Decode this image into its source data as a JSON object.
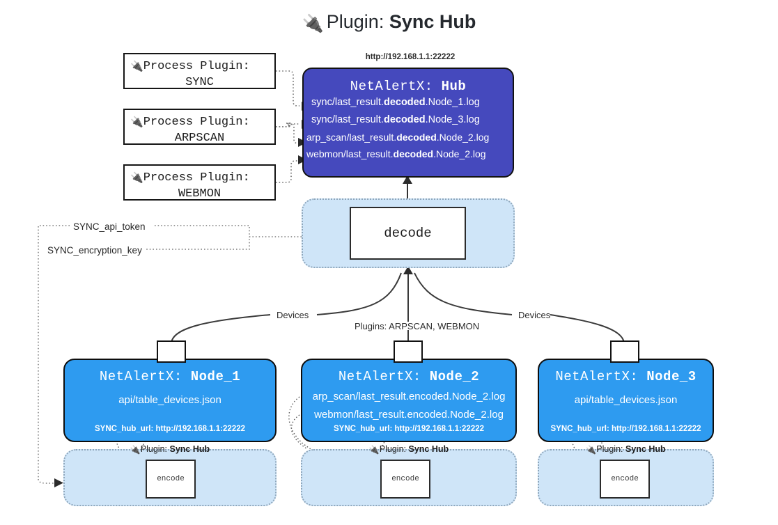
{
  "title": {
    "icon": "plug-icon",
    "prefix": "Plugin:",
    "name": "Sync Hub"
  },
  "process_plugins": [
    {
      "label": "Process Plugin:",
      "name": "SYNC"
    },
    {
      "label": "Process Plugin:",
      "name": "ARPSCAN"
    },
    {
      "label": "Process Plugin:",
      "name": "WEBMON"
    }
  ],
  "hub": {
    "url": "http://192.168.1.1:22222",
    "app": "NetAlertX:",
    "name": "Hub",
    "logs": [
      {
        "pre": "sync/last_result.",
        "mid": "decoded",
        "post": ".Node_1.log"
      },
      {
        "pre": "sync/last_result.",
        "mid": "decoded",
        "post": ".Node_3.log"
      },
      {
        "pre": "arp_scan/last_result.",
        "mid": "decoded",
        "post": ".Node_2.log"
      },
      {
        "pre": "webmon/last_result.",
        "mid": "decoded",
        "post": ".Node_2.log"
      }
    ]
  },
  "decode": {
    "label": "decode"
  },
  "env": {
    "api_token": "SYNC_api_token",
    "encryption_key": "SYNC_encryption_key"
  },
  "edges": {
    "devices_left": "Devices",
    "devices_right": "Devices",
    "plugins_center": "Plugins: ARPSCAN, WEBMON"
  },
  "nodes": [
    {
      "app": "NetAlertX:",
      "name": "Node_1",
      "lines": [
        "api/table_devices.json"
      ],
      "hub_url": "SYNC_hub_url: http://192.168.1.1:22222"
    },
    {
      "app": "NetAlertX:",
      "name": "Node_2",
      "lines": [
        "arp_scan/last_result.encoded.Node_2.log",
        "webmon/last_result.encoded.Node_2.log"
      ],
      "hub_url": "SYNC_hub_url: http://192.168.1.1:22222"
    },
    {
      "app": "NetAlertX:",
      "name": "Node_3",
      "lines": [
        "api/table_devices.json"
      ],
      "hub_url": "SYNC_hub_url: http://192.168.1.1:22222"
    }
  ],
  "bottom_plugins": [
    {
      "icon": "plug-icon",
      "prefix": "Plugin:",
      "name": "Sync Hub",
      "action": "encode"
    },
    {
      "icon": "plug-icon",
      "prefix": "Plugin:",
      "name": "Sync Hub",
      "action": "encode"
    },
    {
      "icon": "plug-icon",
      "prefix": "Plugin:",
      "name": "Sync Hub",
      "action": "encode"
    }
  ],
  "colors": {
    "hub": "#4549bd",
    "node": "#2e9bf0",
    "capsule": "#cfe5f8",
    "stroke": "#333333"
  }
}
